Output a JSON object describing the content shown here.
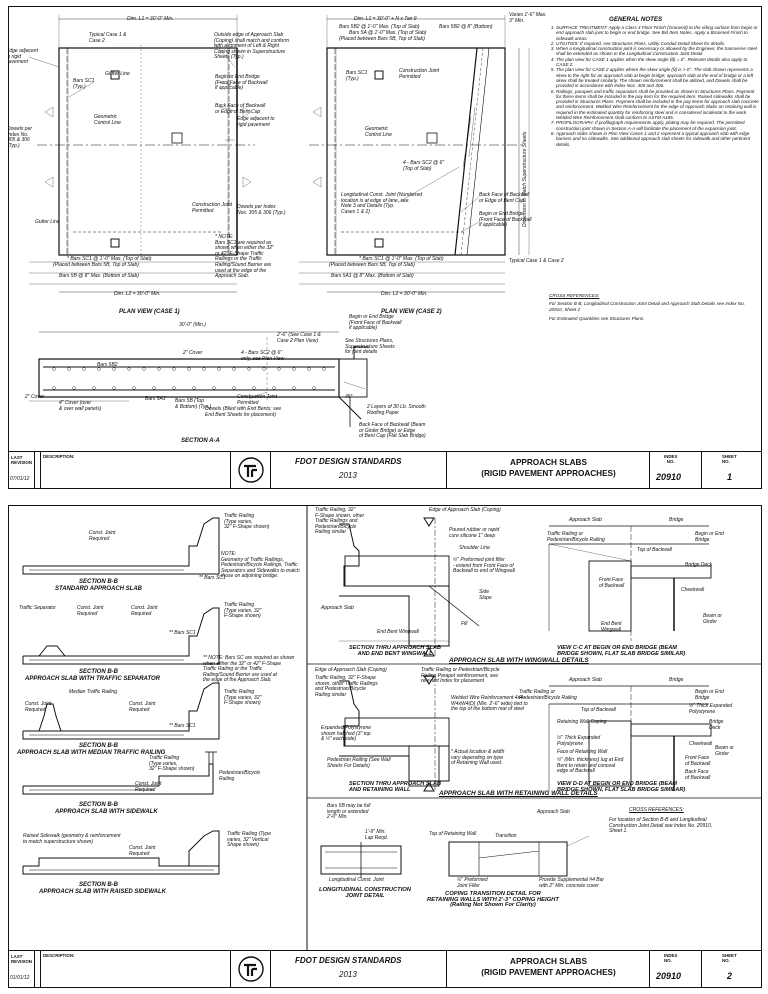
{
  "sheet1": {
    "general_notes_title": "GENERAL NOTES",
    "general_notes": [
      "SURFACE TREATMENT: Apply a Class 4 Floor Finish (Grooved) to the riding surface from begin or end approach slab joint to begin or end bridge. See Bid Item Notes. Apply a Broomed Finish to sidewalk areas.",
      "UTILITIES: If required, see Structures Plans, Utility Conduit Detail Sheet for details.",
      "When a longitudinal construction joint is necessary or allowed by the Engineer, the transverse steel shall be extended as shown in the Longitudinal Construction Joint Detail.",
      "The plan view for CASE 1 applies when the skew angle (θ) = 0°. Relevant details also apply to CASE 2.",
      "The plan view for CASE 2 applies where the skew angle (θ) is > 0°. The slab shown represents a skew to the right for an approach slab at begin bridge; approach slab at the end of bridge or a left skew shall be treated similarly. The shown reinforcement shall be utilized, and Dowels shall be provided in accordance with Index Nos. 305 and 306.",
      "Railings, parapets and traffic separators shall be provided as shown in Structures Plans. Payment for these items shall be included in the pay item for the required item. Raised sidewalks shall be provided in Structures Plans. Payment shall be included in the pay items for approach slab concrete and reinforcement. Welded Wire Reinforcement for the edge of Approach Slabs on retaining wall is required in the estimated quantity for reinforcing steel and is considered incidental to the work. Welded Wire Reinforcement shall conform to ASTM A185.",
      "PROFILOGRAPH: If profilograph requirements apply, plating may be required. The permitted construction joint shown in Section A-A will facilitate the placement of the expansion joint.",
      "Approach slabs shown in Plan View Cases 1 and 2 represent a typical approach slab with edge barriers and no sidewalks. See additional approach slab sheets for sidewalk and other pertinent details."
    ],
    "cross_references_title": "CROSS REFERENCES:",
    "cross_references": [
      "For Section B-B, Longitudinal Construction Joint Detail and Approach Slab Details see Index No. 20910, Sheet 2",
      "For Estimated Quantities see Structures Plans."
    ],
    "labels": {
      "dim_l1": "Dim. L1 = 30'-0\" Min.",
      "dim_l2": "Dim. L2 = 30'-0\" Min.",
      "dim_l1_top_case2": "Dim. L1 = 30'-0\" + N x Tan θ",
      "varies": "Varies 1'-6\" Max.\n3\" Min.",
      "typical_case": "Typical Case 1 &\nCase 2",
      "typical_case_r": "Typical Case 1 & Case 2",
      "outside_edge": "Outside edge of Approach Slab\n(Coping) shall match and conform\nwith alignment of Left & Right\nCoping shown in Superstructure\nSheets (Typ.)",
      "edge_adjacent": "Edge adjacent\nto rigid\npavement",
      "edge_adjacent2": "Edge adjacent to\nrigid pavement",
      "gutter_line": "Gutter Line",
      "bars_sc1": "Bars SC1\n(Typ.)",
      "bars_sc1_b": "Bars SC1",
      "begin_end_bridge": "Begin or End Bridge\n(Front Face of Backwall\nif applicable)",
      "back_face_backwall": "Back Face of Backwall\nor Edge of Bent Cap",
      "geometric_control": "Geometric\nControl Line",
      "dowels_index": "Dowels per\nIndex No.\n305 & 306\n(Typ.)",
      "dowels_index2": "Dowels per Index\nNos. 305 & 306 (Typ.)",
      "construction_joint": "Construction Joint\nPermitted",
      "construction_joint2": "Construction Joint\nPermitted",
      "long_const_joint": "Longitudinal Const. Joint (Numbered\nlocation is at edge of lane, see\nNote 3 and Details (Typ.\nCases 1 & 2)",
      "back_face_backwall2": "Back Face of Backwall\nor Edge of Bent Cap",
      "begin_end_bridge2": "Begin or End Bridge\n(Front Face of Backwall\nif applicable)",
      "bars_sc2": "4 - Bars SC2 @ 6\"\n(Top of Slab)",
      "dimension_match": "Dimension to Match Superstructure Sheets",
      "note_star": "* NOTE:\nBars SC1 are required as\nshown when either the 32\"\nor 42\" F-Shape Traffic\nRailings or the Traffic\nRailing/Sound Barrier are\nused at the edge of the\nApproach Slab.",
      "bars_5b1_top": "Bars 5B1 @ 1'-0\" Max. (Top of Slab)",
      "bars_5b1_top_placed": "(Placed between Bars 5B, Top of Slab)",
      "bars_5b_bot": "Bars 5B @ 8\" Max. (Bottom of Slab)",
      "bars_5b2_top": "Bars 5B2 @ 1'-0\" Max. (Top of Slab)",
      "bars_5b2_bot": "Bars 5B2 @ 8\" (Bottom)",
      "bars_5a2": "* Bars SC1 @ 1'-0\" Max. (Top of Slab)",
      "bars_5a": "Bars 5A @ 1'-0\" Max. (Top of Slab)",
      "bars_5a_bot": "Bars 5A1 @ 8\" Max. (Bottom of Slab)",
      "plan_view_case1": "PLAN VIEW (CASE 1)",
      "plan_view_case2": "PLAN VIEW (CASE 2)",
      "section_a_a": "SECTION A-A",
      "sec_30": "30'-0\" (Min.)",
      "sec_2_6": "2'-6\" (See Case 1 &\nCase 2 Plan View)",
      "sec_cover": "2\" Cover",
      "sec_sc2": "4 - Bars SC2 @ 6\"\nonly, see Plan View",
      "sec_bars_b2": "Bars 5B2",
      "sec_bars_sa1": "Bars 5A1",
      "sec_bars_sb": "Bars 5B (Top\n& Bottom) (Typ.)",
      "sec_2cover": "2\" Cover",
      "sec_cover_sides": "4\" Cover (over\n& over wall panels)",
      "sec_const_joint": "Construction Joint\nPermitted",
      "sec_dowels": "Dowels (Biled with End Bents; see\nEnd Bent Sheets for placement)",
      "sec_begin_end": "Begin or End Bridge\n(Front Face of Backwall\nif applicable)",
      "sec_structures": "See Structures Plans,\nSuperstructure Sheets\nfor joint details",
      "sec_roofing": "2 Layers of 30 Lb. Smooth\nRoofing Paper",
      "sec_back_face": "Back Face of Backwall (Beam\nor Girder Bridge) or Edge\nof Bent Cap (Flat Slab Bridge)",
      "sec_45": "45°"
    },
    "title_block": {
      "last_revision_label": "LAST\nREVISION",
      "revision_date": "07/01/12",
      "description_label": "DESCRIPTION:",
      "org": "FDOT DESIGN STANDARDS",
      "year": "2013",
      "title_line1": "APPROACH SLABS",
      "title_line2": "(RIGID PAVEMENT APPROACHES)",
      "index_label": "INDEX\nNO.",
      "index_no": "20910",
      "sheet_label": "SHEET\nNO.",
      "sheet_no": "1"
    }
  },
  "sheet2": {
    "labels": {
      "traffic_railing": "Traffic Railing\n(Type varies,\n32\" F-Shape shown)",
      "const_joint_req": "Const. Joint\nRequired",
      "note_geometry": "NOTE:\nGeometry of Traffic Railings,\nPedestrian/Bicycle Railings, Traffic\nSeparators and Sidewalks to match\nthose on adjoining bridge.",
      "bars_sc1": "** Bars SC1",
      "sec_bb_standard": "SECTION B-B",
      "sec_bb_standard_sub": "STANDARD APPROACH SLAB",
      "traffic_separator": "Traffic Separator",
      "traffic_railing2": "Traffic Railing\n(Type varies, 32\"\nF-Shape shown)",
      "sec_bb_separator": "SECTION B-B",
      "sec_bb_separator_sub": "APPROACH SLAB WITH TRAFFIC SEPARATOR",
      "note_sc": "** NOTE: Bars SC are required as shown\nwhen either the 32\" or 42\" F-Shape\nTraffic Railing or the Traffic\nRailing/Sound Barrier are used at\nthe edge of the Approach Slab.",
      "median_railing": "Median Traffic Railing",
      "traffic_railing3": "Traffic Railing\n(Type varies, 32\"\nF-Shape shown)",
      "sec_bb_median": "SECTION B-B",
      "sec_bb_median_sub": "APPROACH SLAB WITH MEDIAN TRAFFIC RAILING",
      "traffic_railing4": "Traffic Railing\n(Type varies,\n32\" F-Shape shown)",
      "ped_railing": "Pedestrian/Bicycle\nRailing",
      "sec_bb_sidewalk": "SECTION B-B",
      "sec_bb_sidewalk_sub": "APPROACH SLAB WITH SIDEWALK",
      "raised_sidewalk": "Raised Sidewalk (geometry & reinforcement\nto match superstructure shown)",
      "traffic_railing5": "Traffic Railing (Type\nvaries, 32\" Vertical\nShape shown)",
      "sec_bb_raised": "SECTION B-B",
      "sec_bb_raised_sub": "APPROACH SLAB WITH RAISED SIDEWALK",
      "wingwall_railing": "Traffic Railing, 32\"\nF-Shape shown, other\nTraffic Railings and\nPedestrian/Bicycle\nRailing similar",
      "wingwall_edge": "Edge of Approach Slab (Coping)",
      "wingwall_poured": "Poured rubber or rapid\ncure silicone 1\" deep",
      "wingwall_shoulder": "Shoulder Line",
      "wingwall_preformed": "½\" Preformed joint filler\n- extend from Front Face of\nBackwall to end of Wingwall",
      "wingwall_side_slope": "Side\nSlope",
      "wingwall_fill": "Fill",
      "wingwall_end_bent": "End Bent Wingwall",
      "wingwall_approach": "Approach Slab",
      "wingwall_section": "SECTION THRU APPROACH SLAB\nAND END BENT WINGWALL",
      "view_cc": "VIEW C-C AT BEGIN OR END BRIDGE (BEAM\nBRIDGE SHOWN, FLAT SLAB BRIDGE SIMILAR)",
      "wingwall_header": "APPROACH SLAB WITH WINGWALL DETAILS",
      "cc_approach": "Approach Slab",
      "cc_bridge": "Bridge",
      "cc_railing": "Traffic Railing or\nPedestrian/Bicycle Railing",
      "cc_begin": "Begin or End\nBridge",
      "cc_top_backwall": "Top of Backwall",
      "cc_bridge_deck": "Bridge Deck",
      "cc_front_face": "Front Face\nof Backwall",
      "cc_cheekwall": "Cheekwall",
      "cc_end_bent": "End Bent\nWingwall",
      "cc_beam": "Beam or\nGirder",
      "rw_edge": "Edge of Approach Slab (Coping)",
      "rw_railing": "Traffic Railing, 32\" F-Shape\nshown, other Traffic Railings\nand Pedestrian/Bicycle\nRailing similar",
      "rw_railing_r": "Traffic Railing or Pedestrian/Bicycle\nRailing Parapet reinforcement, see\nrelevant Index for placement",
      "rw_wwr": "Welded Wire Reinforcement 4x4 -\nW4xW4(D) (Min. 2'-6\" wide) tied to\nthe top of the bottom mat of steel",
      "rw_polystyrene": "Expanded Polystyrene\nshown hatched (3\" top\n& ½\" each side)",
      "rw_ped_railing": "Pedestrian Railing (See Wall\nSheets For Details)",
      "rw_actual": "* Actual location & width\nvary depending on type\nof Retaining Wall used.",
      "rw_section": "SECTION THRU APPROACH SLAB\nAND RETAINING WALL",
      "view_dd": "VIEW D-D AT BEGIN OR END BRIDGE (BEAM\nBRIDGE SHOWN, FLAT SLAB BRIDGE SIMILAR)",
      "rw_header": "APPROACH SLAB WITH RETAINING WALL DETAILS",
      "dd_approach": "Approach Slab",
      "dd_bridge": "Bridge",
      "dd_railing": "Traffic Railing or\nPedestrian/Bicycle Railing",
      "dd_begin": "Begin or End\nBridge",
      "dd_top_backwall": "Top of Backwall",
      "dd_thick": "½\" Thick Expanded\nPolystyrene",
      "dd_deck": "Bridge\nDeck",
      "dd_coping": "Retaining Wall Coping",
      "dd_thick2": "½\" Thick Expanded\nPolystyrene",
      "dd_cheekwall": "Cheekwall",
      "dd_face_rw": "Face of Retaining Wall",
      "dd_preformed": "½\" (Min. thickness) lug at End\nBent to retain and conceal\nedge of Backwall",
      "dd_front_face": "Front Face\nof Backwall",
      "dd_back_face": "Back Face\nof Backwall",
      "dd_beam": "Beam or\nGirder",
      "lcj_bars_sb": "Bars 5B may be full\nlength or extended\n2'-0\" Min.",
      "lcj_lap": "1'-9\" Min.\nLap Reqd.",
      "lcj_const": "Longitudinal Const. Joint",
      "lcj_title": "LONGITUDINAL CONSTRUCTION\nJOINT DETAIL",
      "ct_top_rw": "Top of Retaining Wall",
      "ct_approach": "Approach Slab",
      "ct_transition": "Transition",
      "ct_preformed": "½\" Preformed\nJoint Filler",
      "ct_bar": "Provide Supplemental #4 Bar\nwith 2\" Min. concrete cover",
      "ct_title": "COPING TRANSITION DETAIL FOR\nRETAINING WALLS WITH 2'-3\" COPING HEIGHT\n(Railing Not Shown For Clarity)",
      "cross_ref_title": "CROSS REFERENCES:",
      "cross_ref_text": "For location of Section B-B and Longitudinal\nConstruction Joint Detail see Index No. 20910,\nSheet 1."
    },
    "title_block": {
      "last_revision_label": "LAST\nREVISION",
      "revision_date": "01/01/12",
      "description_label": "DESCRIPTION:",
      "org": "FDOT DESIGN STANDARDS",
      "year": "2013",
      "title_line1": "APPROACH SLABS",
      "title_line2": "(RIGID PAVEMENT APPROACHES)",
      "index_label": "INDEX\nNO.",
      "index_no": "20910",
      "sheet_label": "SHEET\nNO.",
      "sheet_no": "2"
    }
  }
}
